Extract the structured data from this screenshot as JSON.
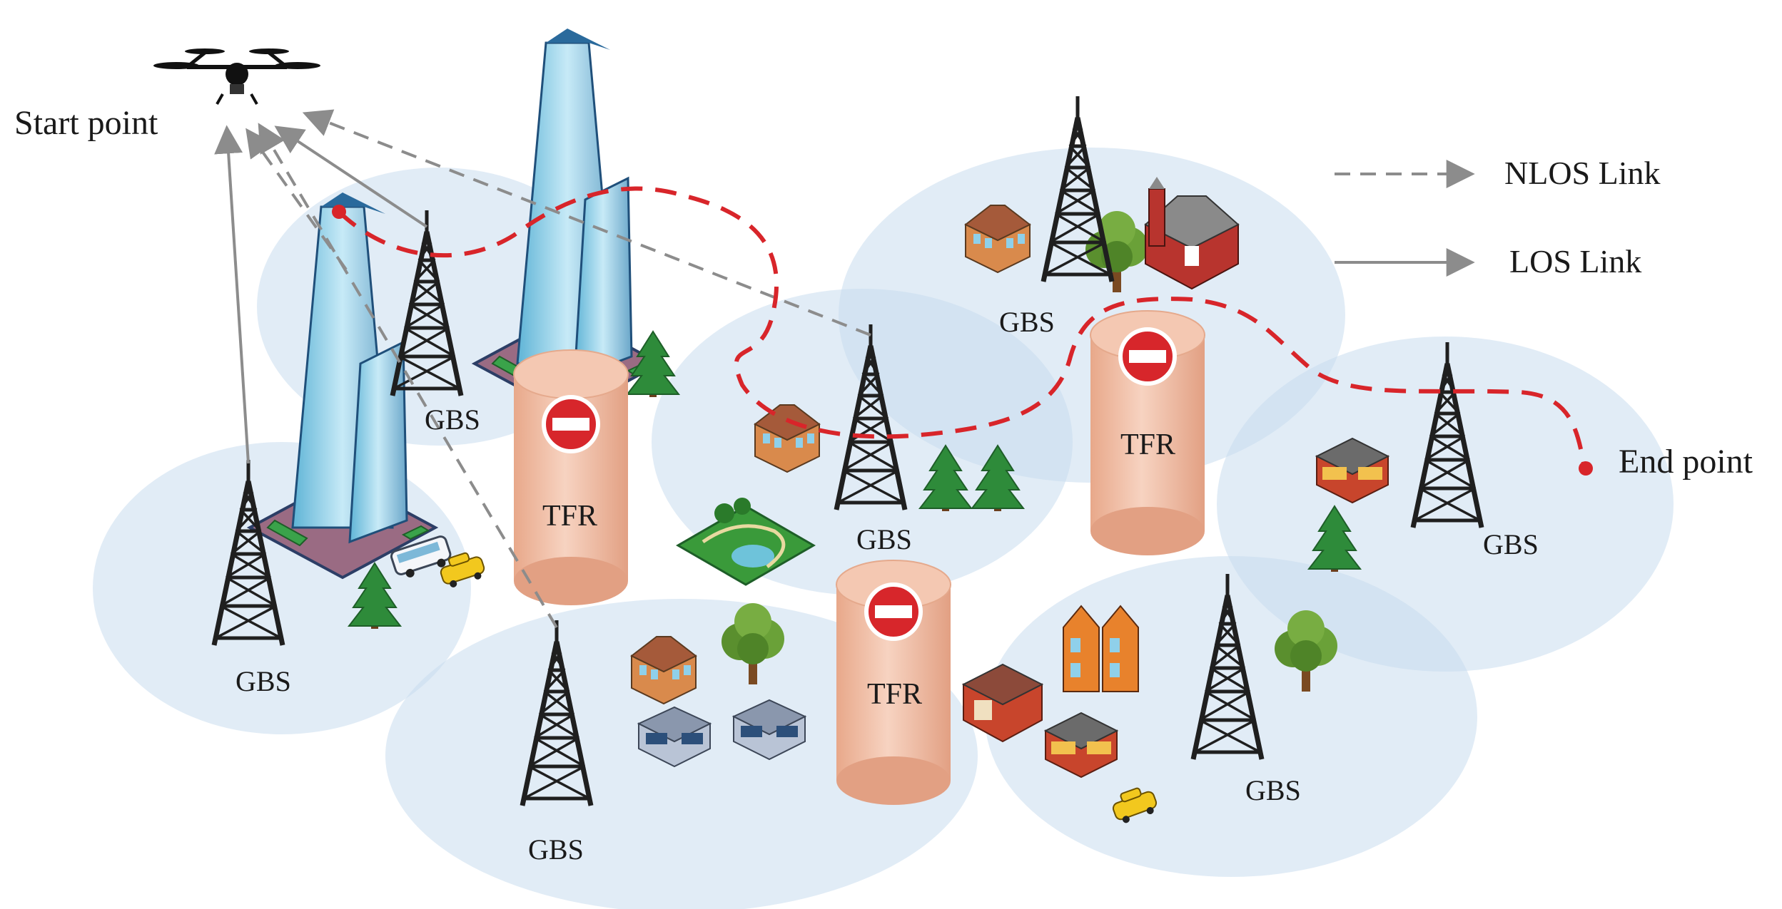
{
  "start_label": "Start point",
  "end_label": "End point",
  "legend": {
    "nlos": "NLOS Link",
    "los": "LOS  Link"
  },
  "gbs_label": "GBS",
  "tfr_label": "TFR",
  "colors": {
    "coverage": "#c9dcee",
    "tower": "#1f1f1f",
    "trajectory": "#d8252a",
    "link": "#8c8c8c",
    "tfr_cylinder": "#efb79d",
    "no_entry": "#d7262b"
  },
  "icons": [
    "drone-icon",
    "tower-icon",
    "skyscraper-icon",
    "no-entry-icon",
    "tree-icon",
    "house-icon",
    "barn-icon",
    "school-icon",
    "park-icon",
    "shop-icon",
    "bus-icon",
    "taxi-icon"
  ]
}
